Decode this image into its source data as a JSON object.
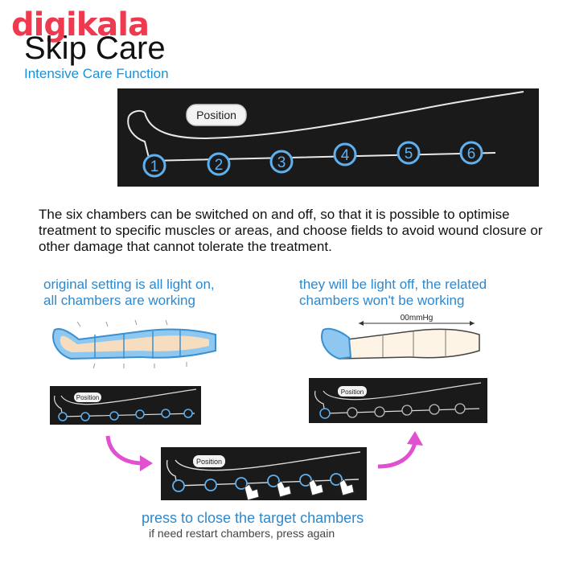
{
  "brand": {
    "logo": "digikala",
    "color": "#ef394e"
  },
  "header": {
    "title": "Skip Care",
    "subtitle": "Intensive Care Function"
  },
  "panel_main": {
    "label": "Position",
    "chambers": [
      "1",
      "2",
      "3",
      "4",
      "5",
      "6"
    ]
  },
  "description": "The six chambers can be switched on and off, so that it is possible to optimise treatment to specific muscles or areas, and choose fields to avoid wound closure or other damage that cannot tolerate the treatment.",
  "left_caption": {
    "line1": "original setting is all light on,",
    "line2": "all chambers are working"
  },
  "right_caption": {
    "line1": "they will be light off, the related",
    "line2": "chambers won't be working"
  },
  "pressure_label": "00mmHg",
  "panel_left": {
    "label": "Position"
  },
  "panel_right": {
    "label": "Position"
  },
  "panel_bottom": {
    "label": "Position"
  },
  "footer": {
    "press": "press to close the target chambers",
    "hint": "if need restart chambers, press again"
  },
  "colors": {
    "accent_blue": "#2e88cc",
    "arrow_magenta": "#e24fd0",
    "panel_bg": "#1a1a1a",
    "leg_fill": "#f6ddbf",
    "chamber_blue": "#8ec7ef"
  }
}
